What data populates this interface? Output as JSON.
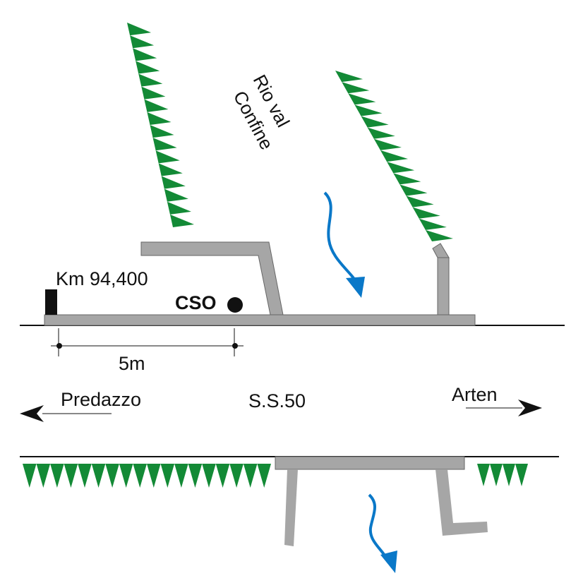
{
  "labels": {
    "stream_line1": "Rio val",
    "stream_line2": "Confine",
    "km": "Km 94,400",
    "cso": "CSO",
    "distance": "5m",
    "left_town": "Predazzo",
    "road": "S.S.50",
    "right_town": "Arten"
  },
  "colors": {
    "structure": "#a6a6a6",
    "vegetation": "#138a36",
    "water": "#0a78c8",
    "ink": "#111111"
  }
}
